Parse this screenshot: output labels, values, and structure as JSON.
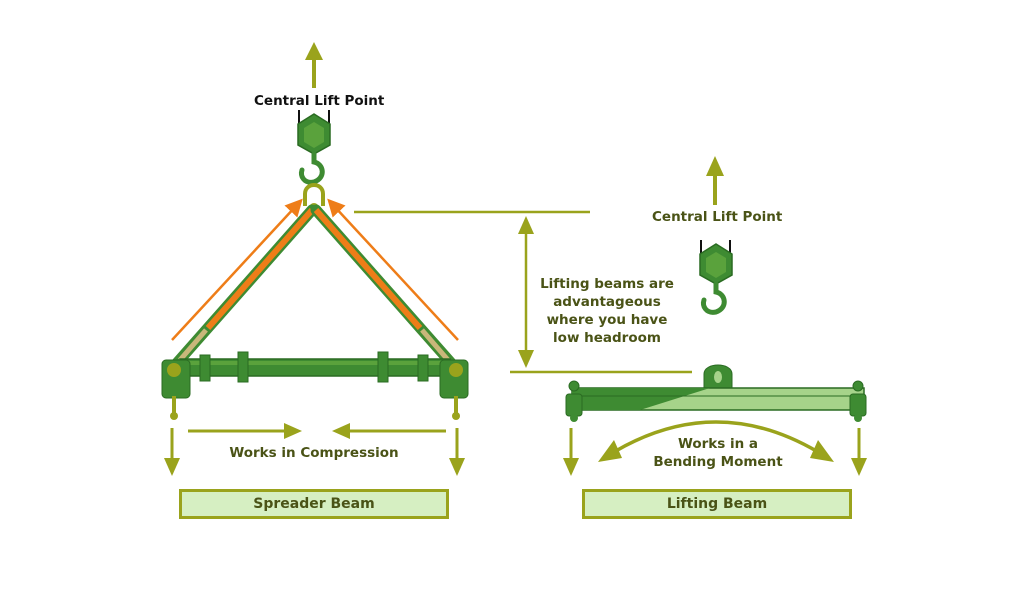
{
  "colors": {
    "olive": "#9aa31c",
    "dark_text": "#4a5316",
    "green_dark": "#3e8b32",
    "green_mid": "#5aa23c",
    "green_light": "#a6d38a",
    "orange": "#ee7d18",
    "box_fill": "#d6efc2"
  },
  "spreader": {
    "lift_label": "Central Lift Point",
    "force_label": "Works in Compression",
    "title": "Spreader Beam"
  },
  "lifting": {
    "lift_label": "Central Lift Point",
    "note_lines": [
      "Lifting beams are",
      "advantageous",
      "where you have",
      "low headroom"
    ],
    "moment_lines": [
      "Works in a",
      "Bending Moment"
    ],
    "title": "Lifting Beam"
  },
  "icons": [
    "up-arrow-icon",
    "hook-icon",
    "shackle-icon",
    "down-arrow-icon",
    "double-arrow-icon",
    "curved-arrow-icon"
  ]
}
